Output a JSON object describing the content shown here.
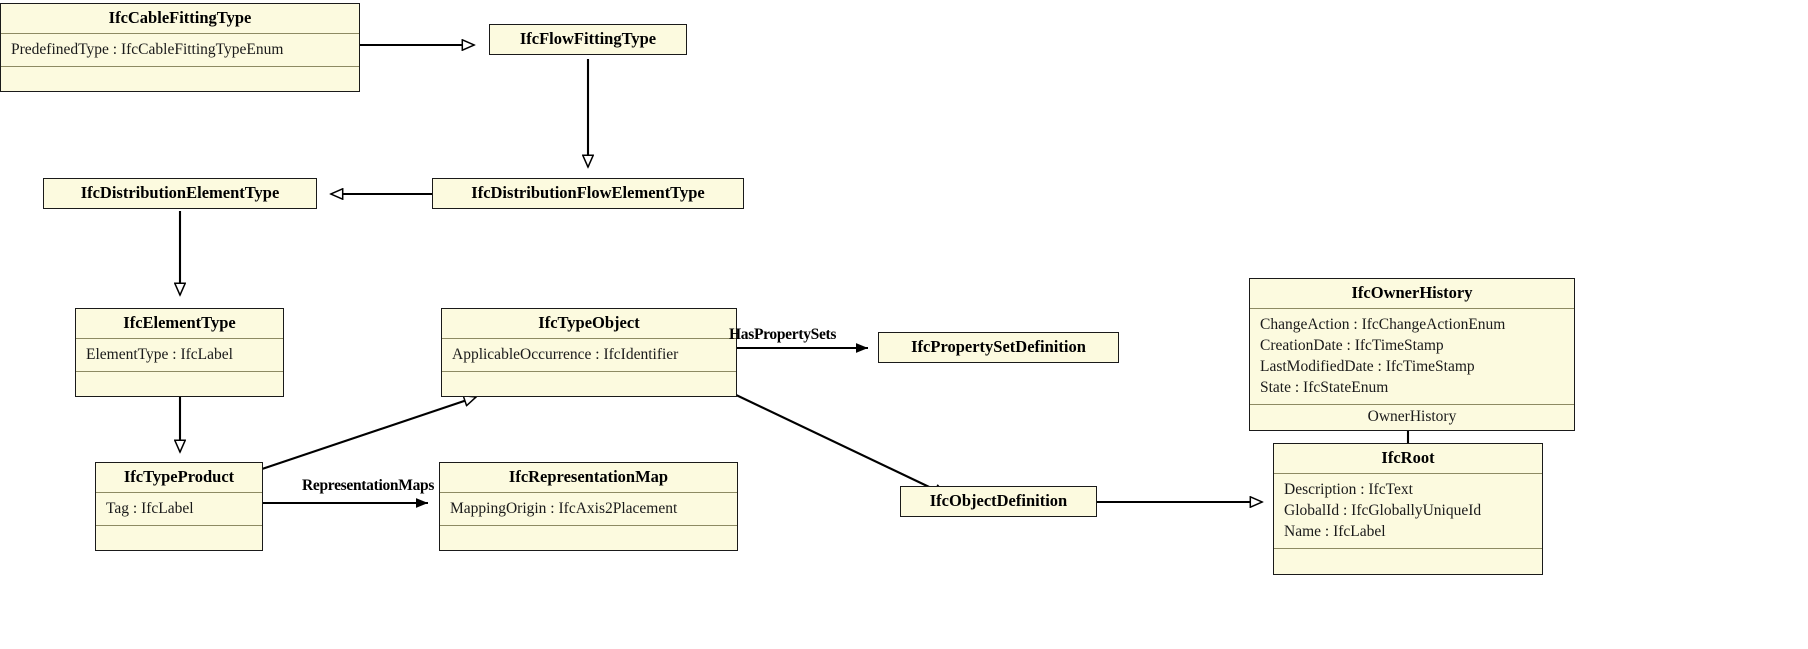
{
  "diagram": {
    "kind": "uml-class-diagram",
    "title": "IFC Cable Fitting Type inheritance hierarchy",
    "colors": {
      "box_fill": "#fcfadf",
      "box_border": "#1a1a1a",
      "separator": "#8d8a63",
      "edge": "#000000",
      "background": "#ffffff"
    },
    "classes": [
      {
        "id": "IfcCableFittingType",
        "name": "IfcCableFittingType",
        "attributes": [
          "PredefinedType : IfcCableFittingTypeEnum"
        ],
        "operations": []
      },
      {
        "id": "IfcFlowFittingType",
        "name": "IfcFlowFittingType",
        "attributes": [],
        "operations": []
      },
      {
        "id": "IfcDistributionElementType",
        "name": "IfcDistributionElementType",
        "attributes": [],
        "operations": []
      },
      {
        "id": "IfcDistributionFlowElementType",
        "name": "IfcDistributionFlowElementType",
        "attributes": [],
        "operations": []
      },
      {
        "id": "IfcElementType",
        "name": "IfcElementType",
        "attributes": [
          "ElementType : IfcLabel"
        ],
        "operations": []
      },
      {
        "id": "IfcTypeObject",
        "name": "IfcTypeObject",
        "attributes": [
          "ApplicableOccurrence : IfcIdentifier"
        ],
        "operations": []
      },
      {
        "id": "IfcPropertySetDefinition",
        "name": "IfcPropertySetDefinition",
        "attributes": [],
        "operations": []
      },
      {
        "id": "IfcOwnerHistory",
        "name": "IfcOwnerHistory",
        "attributes": [
          "ChangeAction : IfcChangeActionEnum",
          "CreationDate : IfcTimeStamp",
          "LastModifiedDate : IfcTimeStamp",
          "State : IfcStateEnum"
        ],
        "operations": [
          "OwnerHistory"
        ]
      },
      {
        "id": "IfcTypeProduct",
        "name": "IfcTypeProduct",
        "attributes": [
          "Tag : IfcLabel"
        ],
        "operations": []
      },
      {
        "id": "IfcRepresentationMap",
        "name": "IfcRepresentationMap",
        "attributes": [
          "MappingOrigin : IfcAxis2Placement"
        ],
        "operations": []
      },
      {
        "id": "IfcObjectDefinition",
        "name": "IfcObjectDefinition",
        "attributes": [],
        "operations": []
      },
      {
        "id": "IfcRoot",
        "name": "IfcRoot",
        "attributes": [
          "Description : IfcText",
          "GlobalId : IfcGloballyUniqueId",
          "Name : IfcLabel"
        ],
        "operations": []
      }
    ],
    "edges": [
      {
        "id": "e1",
        "from": "IfcCableFittingType",
        "to": "IfcFlowFittingType",
        "type": "generalization",
        "label": ""
      },
      {
        "id": "e2",
        "from": "IfcFlowFittingType",
        "to": "IfcDistributionFlowElementType",
        "type": "generalization",
        "label": ""
      },
      {
        "id": "e3",
        "from": "IfcDistributionFlowElementType",
        "to": "IfcDistributionElementType",
        "type": "generalization",
        "label": ""
      },
      {
        "id": "e4",
        "from": "IfcDistributionElementType",
        "to": "IfcElementType",
        "type": "generalization",
        "label": ""
      },
      {
        "id": "e5",
        "from": "IfcElementType",
        "to": "IfcTypeProduct",
        "type": "generalization",
        "label": ""
      },
      {
        "id": "e6",
        "from": "IfcTypeProduct",
        "to": "IfcTypeObject",
        "type": "generalization",
        "label": ""
      },
      {
        "id": "e7",
        "from": "IfcTypeObject",
        "to": "IfcPropertySetDefinition",
        "type": "association",
        "label": "HasPropertySets"
      },
      {
        "id": "e8",
        "from": "IfcTypeObject",
        "to": "IfcObjectDefinition",
        "type": "generalization",
        "label": ""
      },
      {
        "id": "e9",
        "from": "IfcTypeProduct",
        "to": "IfcRepresentationMap",
        "type": "association",
        "label": "RepresentationMaps"
      },
      {
        "id": "e10",
        "from": "IfcObjectDefinition",
        "to": "IfcRoot",
        "type": "generalization",
        "label": ""
      },
      {
        "id": "e11",
        "from": "IfcRoot",
        "to": "IfcOwnerHistory",
        "type": "association",
        "label": ""
      }
    ]
  }
}
